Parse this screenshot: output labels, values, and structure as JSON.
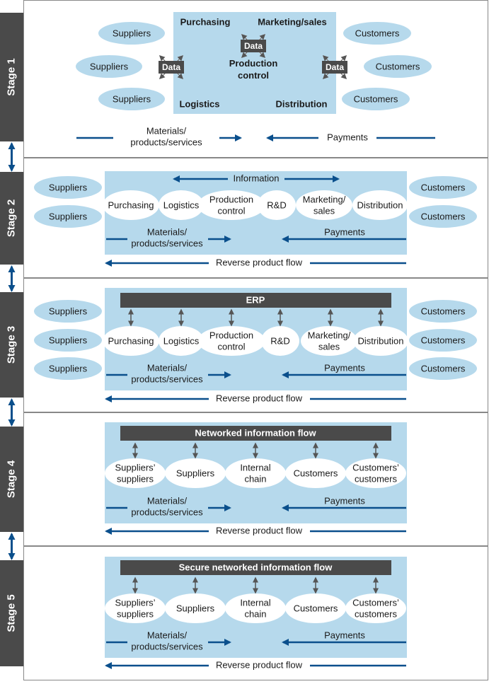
{
  "colors": {
    "panel": "#b6d9ec",
    "node": "#b6d9ec",
    "stage_bar": "#4a4a4a",
    "arrow": "#0a4f8c",
    "dark_arrow": "#555555",
    "border": "#888888"
  },
  "stages": [
    {
      "label": "Stage 1"
    },
    {
      "label": "Stage 2"
    },
    {
      "label": "Stage 3"
    },
    {
      "label": "Stage 4"
    },
    {
      "label": "Stage 5"
    }
  ],
  "stage1": {
    "suppliers": [
      "Suppliers",
      "Suppliers",
      "Suppliers"
    ],
    "customers": [
      "Customers",
      "Customers",
      "Customers"
    ],
    "purchasing": "Purchasing",
    "marketing": "Marketing/sales",
    "production": [
      "Production",
      "control"
    ],
    "logistics": "Logistics",
    "distribution": "Distribution",
    "data": "Data",
    "materials": [
      "Materials/",
      "products/services"
    ],
    "payments": "Payments"
  },
  "stage2": {
    "suppliers": [
      "Suppliers",
      "Suppliers"
    ],
    "customers": [
      "Customers",
      "Customers"
    ],
    "information": "Information",
    "chain": [
      [
        "Purchasing"
      ],
      [
        "Logistics"
      ],
      [
        "Production",
        "control"
      ],
      [
        "R&D"
      ],
      [
        "Marketing/",
        "sales"
      ],
      [
        "Distribution"
      ]
    ],
    "materials": [
      "Materials/",
      "products/services"
    ],
    "payments": "Payments",
    "reverse": "Reverse product flow"
  },
  "stage3": {
    "suppliers": [
      "Suppliers",
      "Suppliers",
      "Suppliers"
    ],
    "customers": [
      "Customers",
      "Customers",
      "Customers"
    ],
    "erp": "ERP",
    "chain": [
      [
        "Purchasing"
      ],
      [
        "Logistics"
      ],
      [
        "Production",
        "control"
      ],
      [
        "R&D"
      ],
      [
        "Marketing/",
        "sales"
      ],
      [
        "Distribution"
      ]
    ],
    "materials": [
      "Materials/",
      "products/services"
    ],
    "payments": "Payments",
    "reverse": "Reverse product flow"
  },
  "stage4": {
    "bar": "Networked information flow",
    "chain": [
      [
        "Suppliers’",
        "suppliers"
      ],
      [
        "Suppliers"
      ],
      [
        "Internal",
        "chain"
      ],
      [
        "Customers"
      ],
      [
        "Customers’",
        "customers"
      ]
    ],
    "materials": [
      "Materials/",
      "products/services"
    ],
    "payments": "Payments",
    "reverse": "Reverse product flow"
  },
  "stage5": {
    "bar": "Secure networked information flow",
    "chain": [
      [
        "Suppliers’",
        "suppliers"
      ],
      [
        "Suppliers"
      ],
      [
        "Internal",
        "chain"
      ],
      [
        "Customers"
      ],
      [
        "Customers’",
        "customers"
      ]
    ],
    "materials": [
      "Materials/",
      "products/services"
    ],
    "payments": "Payments",
    "reverse": "Reverse product flow"
  }
}
